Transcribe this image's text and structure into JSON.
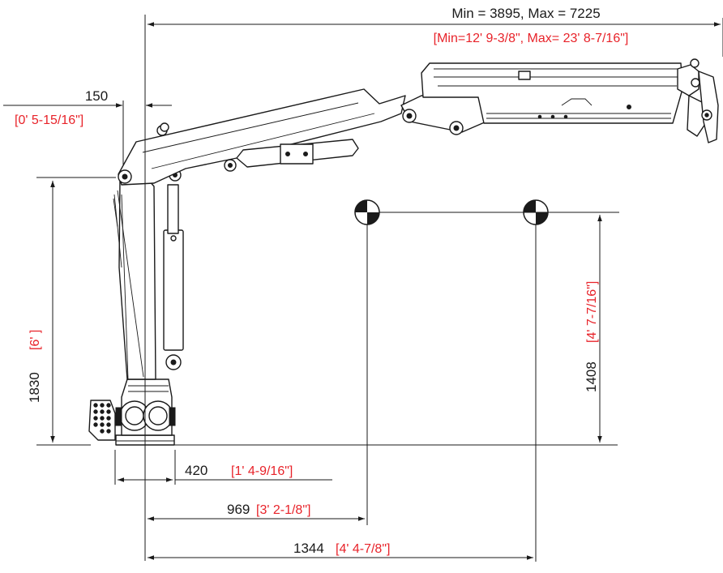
{
  "colors": {
    "ink": "#1a1a1a",
    "imperial": "#e8232a",
    "background": "#ffffff"
  },
  "dimensions": {
    "reach": {
      "metric": "Min = 3895,  Max = 7225",
      "imperial": "[Min=12' 9-3/8\", Max= 23' 8-7/16\"]"
    },
    "offset": {
      "metric": "150",
      "imperial": "[0' 5-15/16\"]"
    },
    "height": {
      "metric": "1830",
      "imperial": "[6' ]"
    },
    "hook_height": {
      "metric": "1408",
      "imperial": "[4' 7-7/16\"]"
    },
    "base_width": {
      "metric": "420",
      "imperial": "[1' 4-9/16\"]"
    },
    "cg_near": {
      "metric": "969",
      "imperial": "[3' 2-1/8\"]"
    },
    "cg_far": {
      "metric": "1344",
      "imperial": "[4' 4-7/8\"]"
    }
  },
  "icons": [
    "centre-of-gravity-icon",
    "crane-drawing-icon"
  ]
}
